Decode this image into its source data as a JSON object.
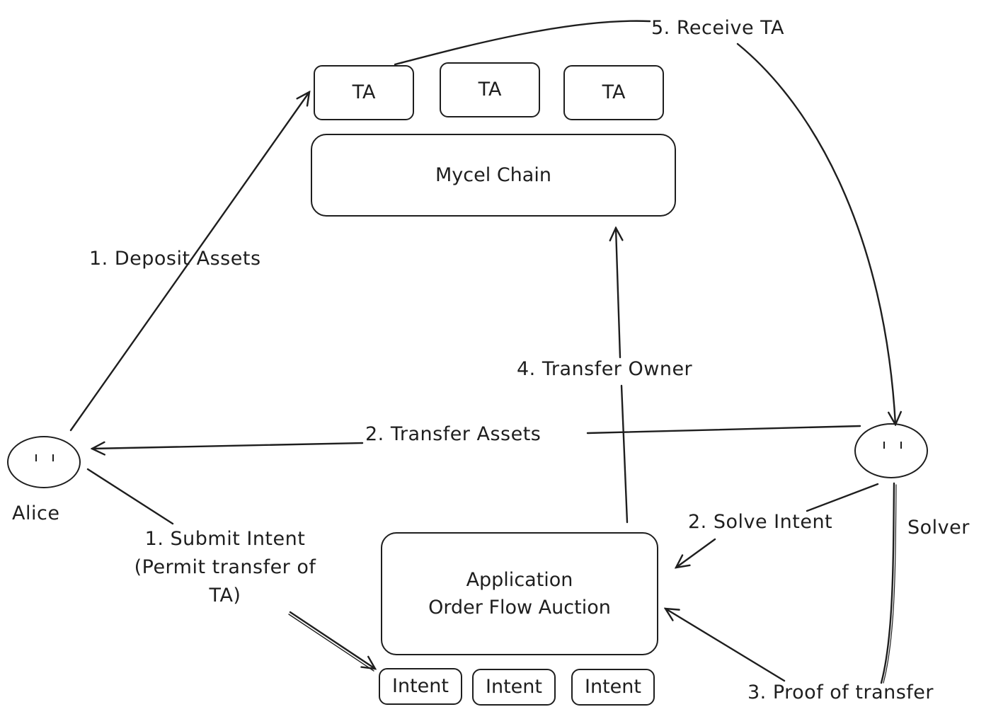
{
  "diagram": {
    "nodes": {
      "ta_boxes": [
        {
          "label": "TA"
        },
        {
          "label": "TA"
        },
        {
          "label": "TA"
        }
      ],
      "mycel_chain": {
        "label": "Mycel Chain"
      },
      "application": {
        "line1": "Application",
        "line2": "Order Flow Auction"
      },
      "intent_boxes": [
        {
          "label": "Intent"
        },
        {
          "label": "Intent"
        },
        {
          "label": "Intent"
        }
      ],
      "alice": {
        "label": "Alice"
      },
      "solver": {
        "label": "Solver"
      }
    },
    "edges": [
      {
        "id": "deposit",
        "label": "1. Deposit Assets",
        "from": "Alice",
        "to": "TA"
      },
      {
        "id": "submit",
        "line1": "1. Submit Intent",
        "line2": "(Permit transfer of",
        "line3": "TA)",
        "from": "Alice",
        "to": "Intent"
      },
      {
        "id": "transfer_assets",
        "label": "2. Transfer Assets",
        "from": "Solver",
        "to": "Alice"
      },
      {
        "id": "solve",
        "label": "2. Solve Intent",
        "from": "Solver",
        "to": "Application Order Flow Auction"
      },
      {
        "id": "proof",
        "label": "3. Proof of transfer",
        "from": "Solver",
        "to": "Application Order Flow Auction"
      },
      {
        "id": "transfer_owner",
        "label": "4. Transfer Owner",
        "from": "Application Order Flow Auction",
        "to": "Mycel Chain"
      },
      {
        "id": "receive",
        "label": "5. Receive TA",
        "from": "TA",
        "to": "Solver"
      }
    ]
  }
}
